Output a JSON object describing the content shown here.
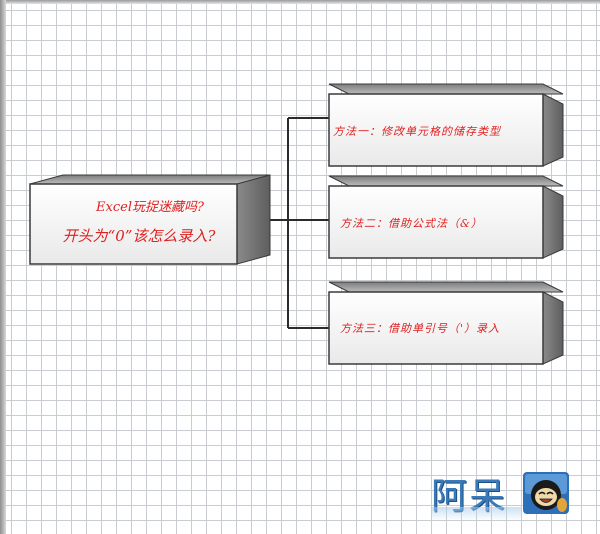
{
  "diagram": {
    "main_topic": {
      "line1": "Excel玩捉迷藏吗?",
      "line2": "开头为“0”该怎么录入?"
    },
    "methods": [
      "方法一：修改单元格的储存类型",
      "方法二：借助公式法（&）",
      "方法三：借助单引号（'）录入"
    ]
  },
  "logo": {
    "text": "阿呆",
    "icon": "cartoon-face-icon"
  },
  "colors": {
    "text_accent": "#e01f1f",
    "box_front": "#f5f5f5",
    "box_side": "#6f6f6f",
    "box_top": "#a8a8a8",
    "connector": "#2b2b2b",
    "grid": "#c9cdd2",
    "logo": "#3a7ab8"
  }
}
